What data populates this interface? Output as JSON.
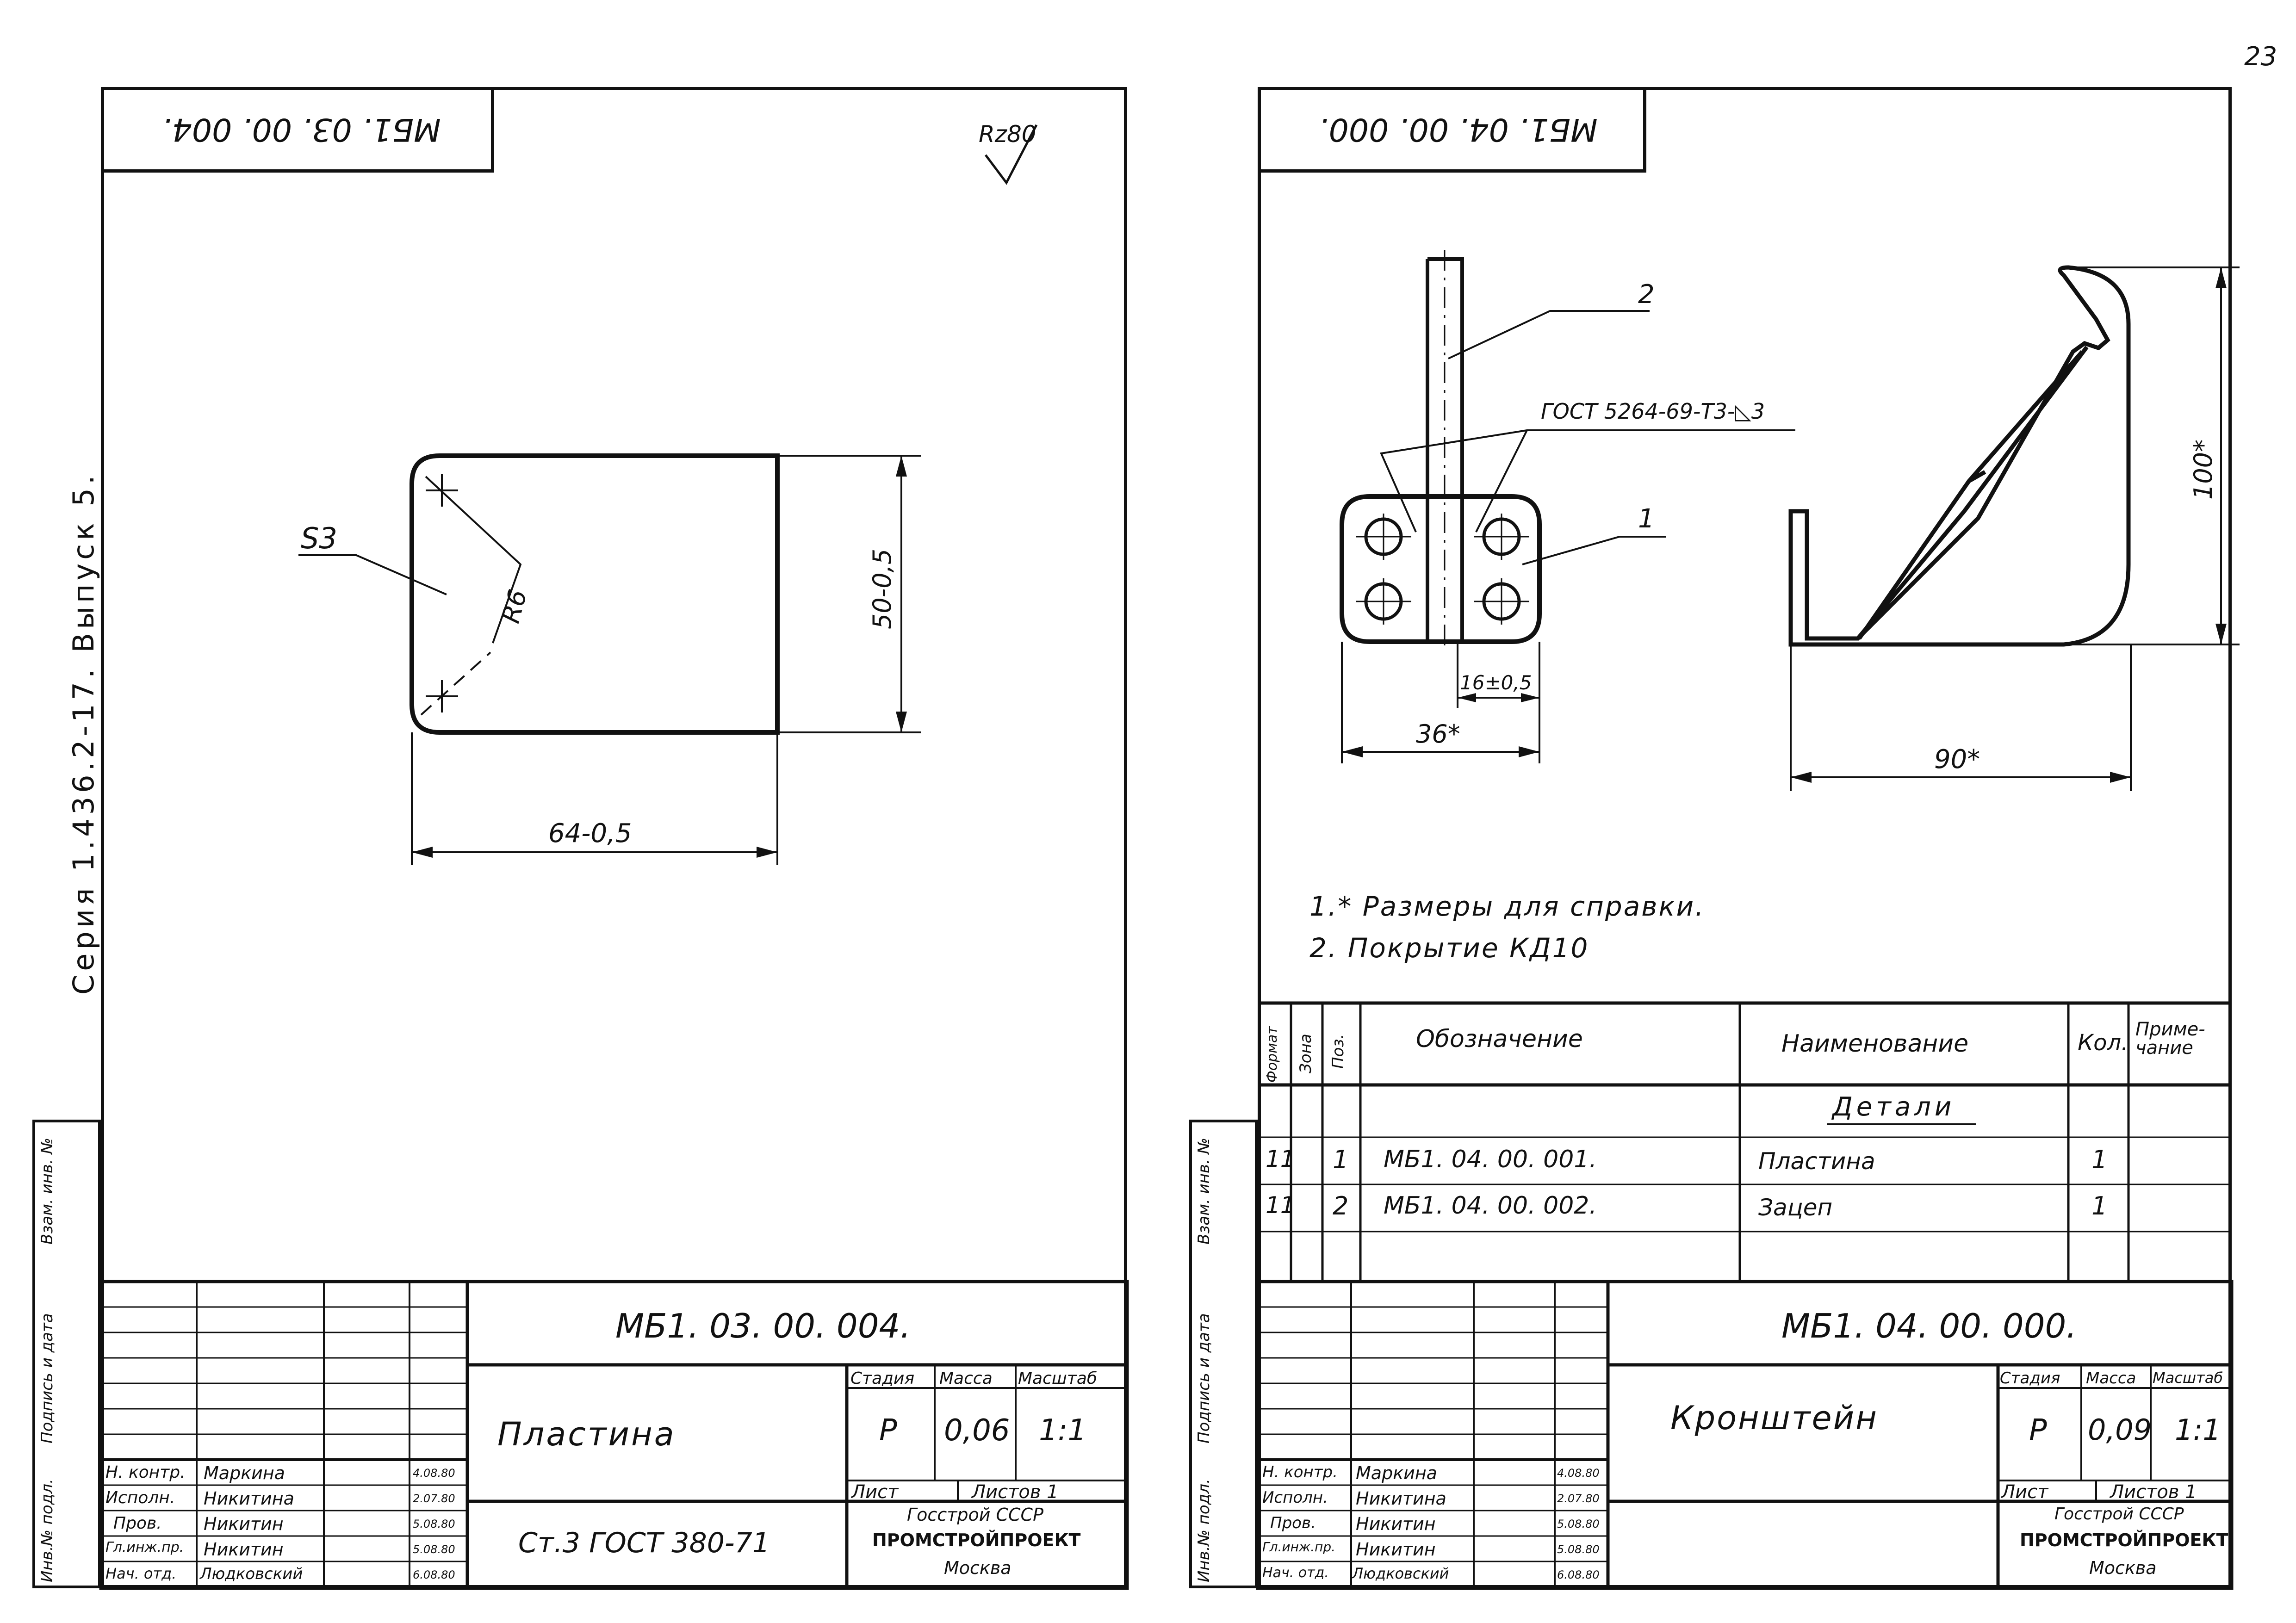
{
  "page_number": "23",
  "series_label": "Серия 1.436.2-17. Выпуск 5.",
  "side_labels": [
    "Инв.№ подл.",
    "Подпись и дата",
    "Взам. инв. №"
  ],
  "left_sheet": {
    "top_stamp": "МБ1. 03. 00. 004.",
    "roughness": "Rz80",
    "part_callout": "S3",
    "radius": "R6",
    "dim_height": "50-0,5",
    "dim_width": "64-0,5",
    "title_block": {
      "designation": "МБ1. 03. 00. 004.",
      "name": "Пластина",
      "material": "Ст.3  ГОСТ 380-71",
      "stage_label": "Стадия",
      "mass_label": "Масса",
      "scale_label": "Масштаб",
      "stage": "Р",
      "mass": "0,06",
      "scale": "1:1",
      "sheet_label": "Лист",
      "sheets_label": "Листов 1",
      "org": [
        "Госстрой СССР",
        "ПРОМСТРОЙПРОЕКТ",
        "Москва"
      ],
      "signers": [
        {
          "role": "Н. контр.",
          "name": "Маркина",
          "date": "4.08.80"
        },
        {
          "role": "Исполн.",
          "name": "Никитина",
          "date": "2.07.80"
        },
        {
          "role": "Пров.",
          "name": "Никитин",
          "date": "5.08.80"
        },
        {
          "role": "Гл.инж.пр.",
          "name": "Никитин",
          "date": "5.08.80"
        },
        {
          "role": "Нач. отд.",
          "name": "Людковский",
          "date": "6.08.80"
        }
      ]
    }
  },
  "right_sheet": {
    "top_stamp": "МБ1. 04. 00. 000.",
    "callout_1": "1",
    "callout_2": "2",
    "weld_note": "ГОСТ 5264-69-Т3-◺3",
    "dim_16": "16±0,5",
    "dim_36": "36*",
    "dim_90": "90*",
    "dim_100": "100*",
    "notes": [
      "1.* Размеры для справки.",
      "2. Покрытие КД10"
    ],
    "spec": {
      "headers": [
        "Формат",
        "Зона",
        "Поз.",
        "Обозначение",
        "Наименование",
        "Кол.",
        "Приме-чание"
      ],
      "section": "Детали",
      "rows": [
        {
          "format": "11",
          "pos": "1",
          "designation": "МБ1. 04. 00. 001.",
          "name": "Пластина",
          "qty": "1"
        },
        {
          "format": "11",
          "pos": "2",
          "designation": "МБ1. 04. 00. 002.",
          "name": "Зацеп",
          "qty": "1"
        }
      ]
    },
    "title_block": {
      "designation": "МБ1. 04. 00. 000.",
      "name": "Кронштейн",
      "stage_label": "Стадия",
      "mass_label": "Масса",
      "scale_label": "Масштаб",
      "stage": "Р",
      "mass": "0,09",
      "scale": "1:1",
      "sheet_label": "Лист",
      "sheets_label": "Листов 1",
      "org": [
        "Госстрой СССР",
        "ПРОМСТРОЙПРОЕКТ",
        "Москва"
      ],
      "signers": [
        {
          "role": "Н. контр.",
          "name": "Маркина",
          "date": "4.08.80"
        },
        {
          "role": "Исполн.",
          "name": "Никитина",
          "date": "2.07.80"
        },
        {
          "role": "Пров.",
          "name": "Никитин",
          "date": "5.08.80"
        },
        {
          "role": "Гл.инж.пр.",
          "name": "Никитин",
          "date": "5.08.80"
        },
        {
          "role": "Нач. отд.",
          "name": "Людковский",
          "date": "6.08.80"
        }
      ]
    }
  }
}
